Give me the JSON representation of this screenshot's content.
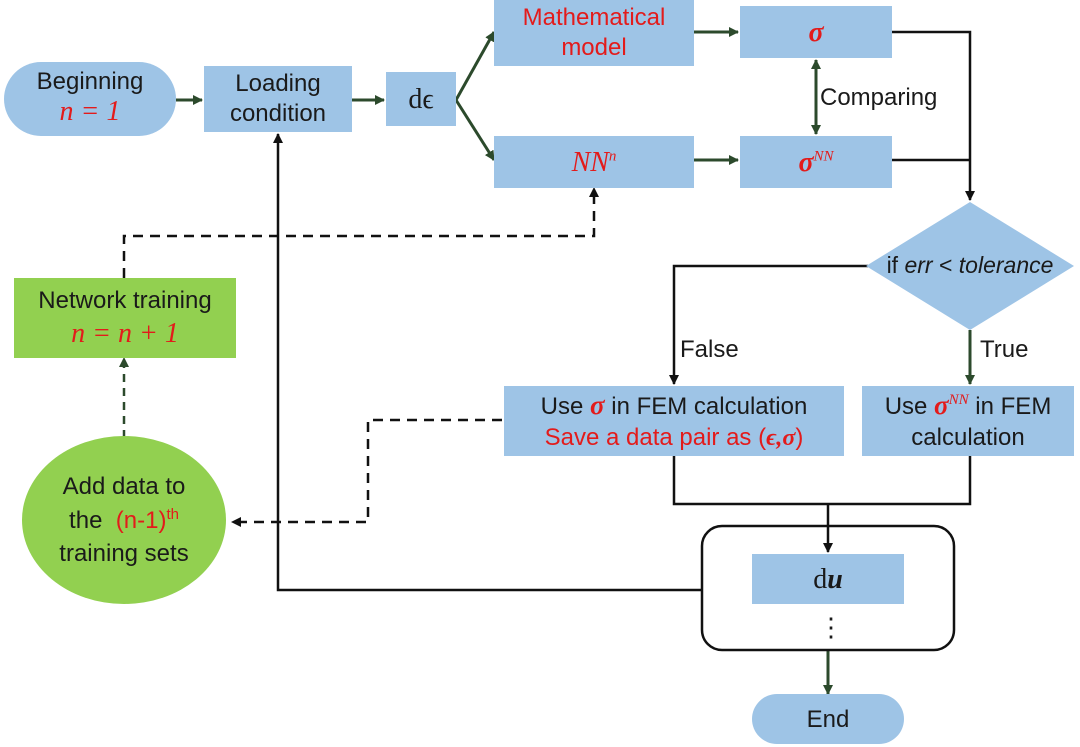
{
  "start": {
    "label": "Beginning",
    "init": "n = 1"
  },
  "loading": {
    "line1": "Loading",
    "line2": "condition"
  },
  "strain_inc": "dϵ",
  "math_model": {
    "line1": "Mathematical",
    "line2": "model"
  },
  "nn_model": {
    "base": "NN",
    "sup": "n"
  },
  "sigma": "σ",
  "sigma_nn": {
    "base": "σ",
    "sup": "NN"
  },
  "compare_label": "Comparing",
  "decision": {
    "prefix": "if ",
    "err": "err",
    "op": " < ",
    "tol": "tolerance"
  },
  "false_label": "False",
  "true_label": "True",
  "fem_false": {
    "use": "Use",
    "sigma": "σ",
    "rest": "in FEM calculation",
    "save": "Save a data pair as (",
    "pair": "ϵ,σ",
    "close": ")"
  },
  "fem_true": {
    "use": "Use",
    "sigma": "σ",
    "sup": "NN",
    "rest": "in FEM",
    "line2": "calculation"
  },
  "du": {
    "d": "d",
    "u": "u"
  },
  "dots": "⋮",
  "end": "End",
  "training": {
    "line1": "Network training",
    "line2": "n = n + 1"
  },
  "add_data": {
    "line1": "Add data to",
    "the": "the",
    "nm1": "(n-1)",
    "th": "th",
    "line3": "training sets"
  },
  "colors": {
    "box": "#9ec4e6",
    "green": "#92d050",
    "red": "#e31b1b",
    "arrow": "#2c4a2c"
  }
}
